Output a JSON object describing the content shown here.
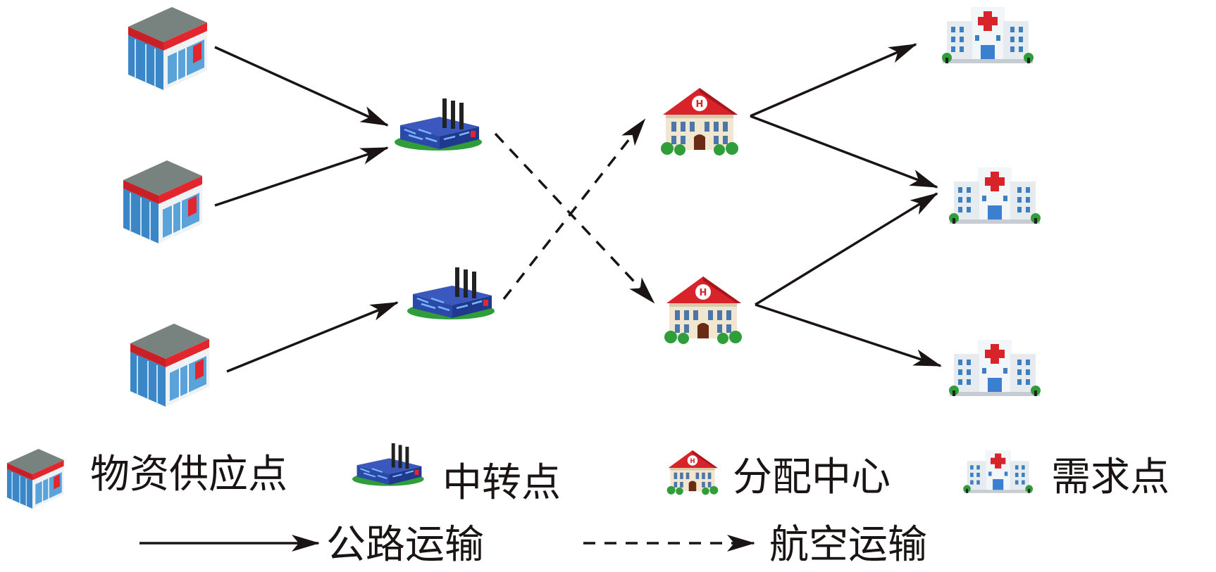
{
  "legend": {
    "supply_label": "物资供应点",
    "transfer_label": "中转点",
    "distribution_label": "分配中心",
    "demand_label": "需求点",
    "road_label": "公路运输",
    "air_label": "航空运输"
  },
  "nodes": {
    "supply_points": [
      {
        "icon": "post-office-icon"
      },
      {
        "icon": "post-office-icon"
      },
      {
        "icon": "post-office-icon"
      }
    ],
    "transfer_points": [
      {
        "icon": "factory-icon"
      },
      {
        "icon": "factory-icon"
      }
    ],
    "distribution_centers": [
      {
        "icon": "distribution-building-icon"
      },
      {
        "icon": "distribution-building-icon"
      }
    ],
    "demand_points": [
      {
        "icon": "hospital-icon"
      },
      {
        "icon": "hospital-icon"
      },
      {
        "icon": "hospital-icon"
      }
    ]
  },
  "edges": [
    {
      "from": "supply-1",
      "to": "transfer-1",
      "mode": "road"
    },
    {
      "from": "supply-2",
      "to": "transfer-1",
      "mode": "road"
    },
    {
      "from": "supply-3",
      "to": "transfer-2",
      "mode": "road"
    },
    {
      "from": "transfer-1",
      "to": "distribution-2",
      "mode": "air"
    },
    {
      "from": "transfer-2",
      "to": "distribution-1",
      "mode": "air"
    },
    {
      "from": "distribution-1",
      "to": "demand-1",
      "mode": "road"
    },
    {
      "from": "distribution-1",
      "to": "demand-2",
      "mode": "road"
    },
    {
      "from": "distribution-2",
      "to": "demand-2",
      "mode": "road"
    },
    {
      "from": "distribution-2",
      "to": "demand-3",
      "mode": "road"
    }
  ],
  "colors": {
    "line": "#1a1414",
    "red": "#d8232a",
    "roof_gray": "#6f7a78",
    "factory_blue": "#2b4aa8",
    "grass": "#2f9e3a"
  }
}
